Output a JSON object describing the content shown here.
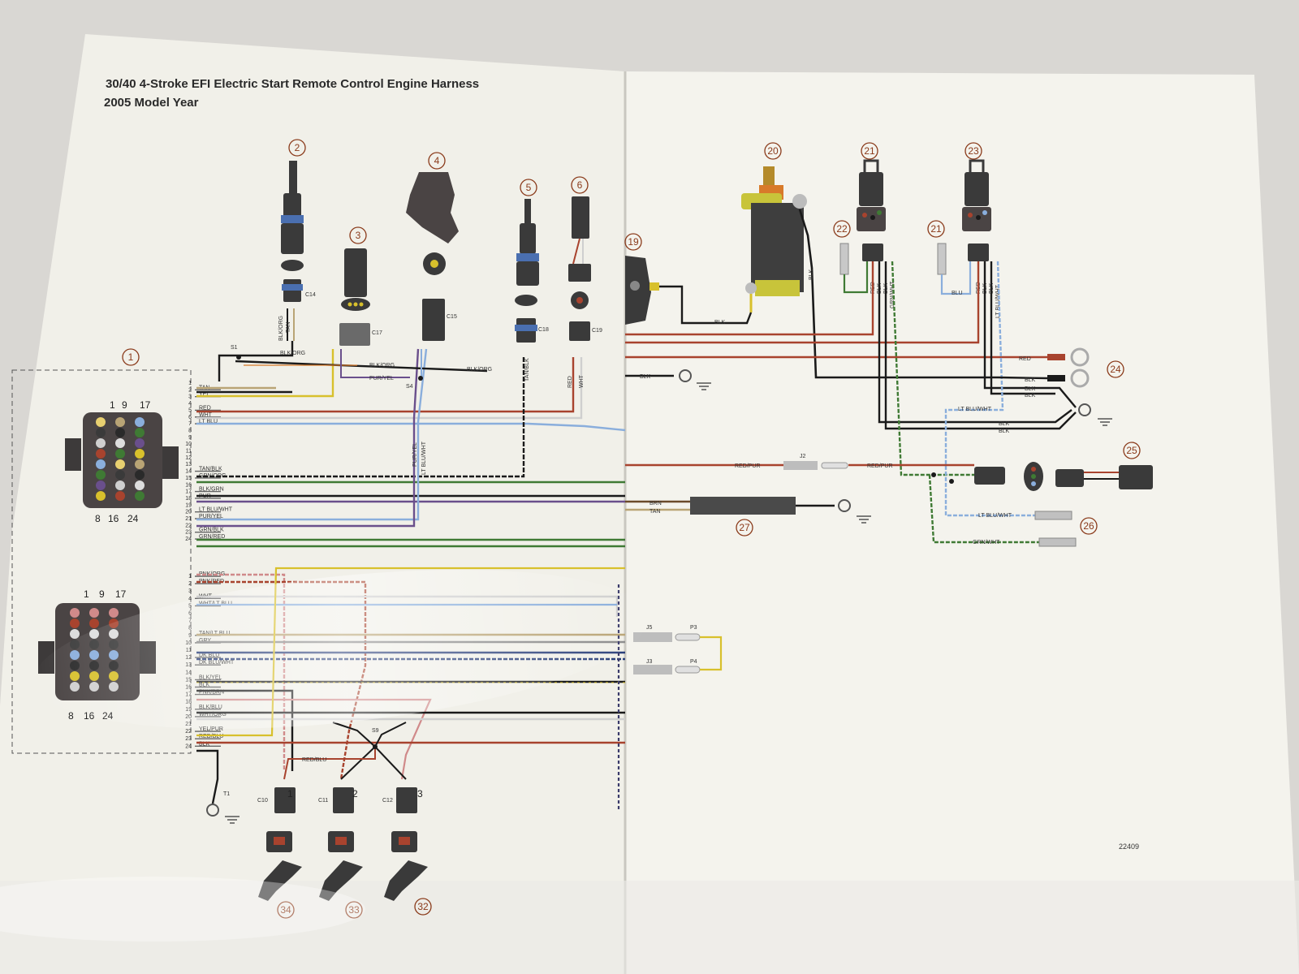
{
  "title": {
    "line1": "30/40 4-Stroke EFI Electric Start Remote Control Engine Harness",
    "line2": "2005 Model Year"
  },
  "document_number": "22409",
  "callouts": [
    "1",
    "2",
    "3",
    "4",
    "5",
    "6",
    "19",
    "20",
    "21",
    "22",
    "23",
    "21",
    "24",
    "25",
    "26",
    "27",
    "34",
    "33",
    "32"
  ],
  "connector_labels": {
    "c14": "C14",
    "c17": "C17",
    "c15": "C15",
    "c18": "C18",
    "c19": "C19",
    "c10": "C10",
    "c11": "C11",
    "c12": "C12",
    "s1": "S1",
    "s4": "S4",
    "s9": "S9",
    "t1": "T1",
    "j2": "J2",
    "j5": "J5",
    "j3": "J3",
    "p3": "P3",
    "p4": "P4"
  },
  "cylinders": [
    "1",
    "2",
    "3"
  ],
  "main_connector_pins": {
    "top": [
      "1",
      "9",
      "17"
    ],
    "bottom": [
      "8",
      "16",
      "24"
    ]
  },
  "left_upper_wires": [
    {
      "pin": "1",
      "label": ""
    },
    {
      "pin": "2",
      "label": "TAN"
    },
    {
      "pin": "3",
      "label": "YEL"
    },
    {
      "pin": "4",
      "label": ""
    },
    {
      "pin": "5",
      "label": "RED"
    },
    {
      "pin": "6",
      "label": "WHT"
    },
    {
      "pin": "7",
      "label": "LT BLU"
    },
    {
      "pin": "8",
      "label": ""
    },
    {
      "pin": "9",
      "label": ""
    },
    {
      "pin": "10",
      "label": ""
    },
    {
      "pin": "11",
      "label": ""
    },
    {
      "pin": "12",
      "label": ""
    },
    {
      "pin": "13",
      "label": ""
    },
    {
      "pin": "14",
      "label": "TAN/BLK"
    },
    {
      "pin": "15",
      "label": "GRN/ORG"
    },
    {
      "pin": "16",
      "label": ""
    },
    {
      "pin": "17",
      "label": "BLK/GRN"
    },
    {
      "pin": "18",
      "label": "PUR"
    },
    {
      "pin": "19",
      "label": ""
    },
    {
      "pin": "20",
      "label": "LT BLU/WHT"
    },
    {
      "pin": "21",
      "label": "PUR/YEL"
    },
    {
      "pin": "22",
      "label": ""
    },
    {
      "pin": "23",
      "label": "GRN/BLK"
    },
    {
      "pin": "24",
      "label": "GRN/RED"
    }
  ],
  "left_lower_wires": [
    {
      "pin": "1",
      "label": "PNK/ORG"
    },
    {
      "pin": "2",
      "label": "PNK/RED"
    },
    {
      "pin": "3",
      "label": ""
    },
    {
      "pin": "4",
      "label": "WHT"
    },
    {
      "pin": "5",
      "label": "WHT/LT BLU"
    },
    {
      "pin": "6",
      "label": ""
    },
    {
      "pin": "7",
      "label": ""
    },
    {
      "pin": "8",
      "label": ""
    },
    {
      "pin": "9",
      "label": "TAN/LT BLU"
    },
    {
      "pin": "10",
      "label": "GRY"
    },
    {
      "pin": "11",
      "label": ""
    },
    {
      "pin": "12",
      "label": "DK BLU"
    },
    {
      "pin": "13",
      "label": "DK BLU/WHT"
    },
    {
      "pin": "14",
      "label": ""
    },
    {
      "pin": "15",
      "label": "BLK/YEL"
    },
    {
      "pin": "16",
      "label": "BLK"
    },
    {
      "pin": "17",
      "label": "PNK/BRN"
    },
    {
      "pin": "18",
      "label": ""
    },
    {
      "pin": "19",
      "label": "BLK/BLU"
    },
    {
      "pin": "20",
      "label": "WHT/ORG"
    },
    {
      "pin": "21",
      "label": ""
    },
    {
      "pin": "22",
      "label": "YEL/PUR"
    },
    {
      "pin": "23",
      "label": "RED/BLU"
    },
    {
      "pin": "24",
      "label": "BLK"
    }
  ],
  "wire_labels": {
    "blk_org_1": "BLK/ORG",
    "blk_org_2": "BLK/ORG",
    "blk_org_3": "BLK/ORG",
    "blk_org_v": "BLK/ORG",
    "tan_v": "TAN",
    "pur_yel": "PUR/YEL",
    "tan_blk_v": "TAN/BLK",
    "red_v": "RED",
    "wht_v": "WHT",
    "pur_yel_v": "PUR/YEL",
    "lt_blu_wht_v": "LT BLU/WHT",
    "red_blu_inj": "RED/BLU",
    "blk_gnd": "BLK",
    "blk_starter": "BLK",
    "blk_v": "BLK",
    "red_ring": "RED",
    "blk_ring": "BLK",
    "blk_3": "BLK",
    "blk_4": "BLK",
    "blk_5": "BLK",
    "blk_6": "BLK",
    "lt_blu_wht_r": "LT BLU/WHT",
    "red_pur_1": "RED/PUR",
    "red_pur_2": "RED/PUR",
    "brn": "BRN",
    "tan_r": "TAN",
    "lt_blu_wht_26": "LT BLU/WHT",
    "grn_wht_26": "GRN/WHT",
    "r22_red": "RED",
    "r22_blk1": "BLK",
    "r22_blk2": "BLK",
    "r22_grn_wht": "GRN/WHT",
    "r23_blu": "BLU",
    "r23_red": "RED",
    "r23_blk1": "BLK",
    "r23_blk2": "BLK",
    "r23_lt_blu_wht": "LT BLU/WHT"
  },
  "colors": {
    "red": "#a8432e",
    "black": "#1a1a1a",
    "yellow": "#d8c02c",
    "tan": "#b9a475",
    "lt_blue": "#8aaedc",
    "green": "#3f7a34",
    "purple": "#6a4f8c",
    "pink": "#d08a8a",
    "orange": "#d87a2a",
    "paper": "#f2f1ea",
    "callout": "#8a3a1a"
  }
}
